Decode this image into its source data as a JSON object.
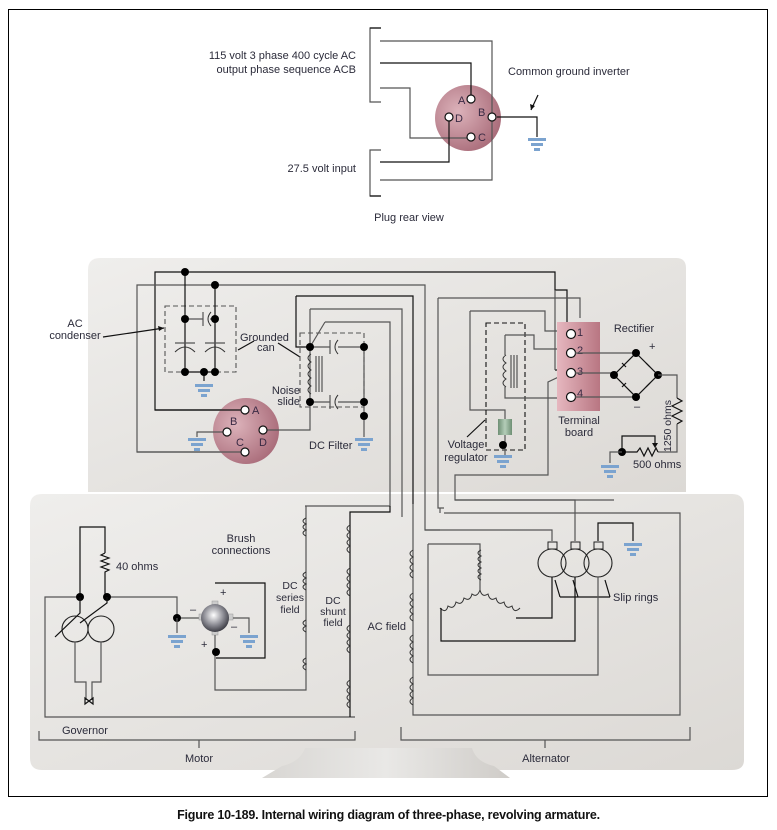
{
  "figure": {
    "caption": "Figure 10-189. Internal wiring diagram of three-phase, revolving armature."
  },
  "plug": {
    "ac_output_label_line1": "115 volt 3 phase 400 cycle AC",
    "ac_output_label_line2": "output phase sequence ACB",
    "dc_input_label": "27.5 volt input",
    "view_label": "Plug rear view",
    "ground_label": "Common ground inverter",
    "pins": [
      "A",
      "B",
      "C",
      "D"
    ]
  },
  "upper_section": {
    "ac_condenser_line1": "AC",
    "ac_condenser_line2": "condenser",
    "grounded_can_line1": "Grounded",
    "grounded_can_line2": "can",
    "noise_slide_line1": "Noise",
    "noise_slide_line2": "slide",
    "dc_filter": "DC Filter",
    "connector_pins": [
      "A",
      "B",
      "C",
      "D"
    ],
    "voltage_regulator_line1": "Voltage",
    "voltage_regulator_line2": "regulator",
    "terminal_board_line1": "Terminal",
    "terminal_board_line2": "board",
    "terminals": [
      "1",
      "2",
      "3",
      "4"
    ],
    "rectifier": "Rectifier",
    "plus": "+",
    "minus": "–",
    "resistor_1250": "1250 ohms",
    "resistor_500": "500 ohms"
  },
  "lower_section": {
    "resistor_40": "40 ohms",
    "brush_connections_line1": "Brush",
    "brush_connections_line2": "connections",
    "dc_series_field_line1": "DC",
    "dc_series_field_line2": "series",
    "dc_series_field_line3": "field",
    "dc_shunt_field_line1": "DC",
    "dc_shunt_field_line2": "shunt",
    "dc_shunt_field_line3": "field",
    "ac_field": "AC field",
    "slip_rings": "Slip rings",
    "governor": "Governor",
    "motor": "Motor",
    "alternator": "Alternator",
    "plus": "+",
    "minus": "–"
  },
  "colors": {
    "connector_pink": "#b77c88",
    "terminal_board_pink": "#c98e98",
    "panel_gray": "#e4e2df",
    "ground_blue": "#7ba3cf",
    "regulator_green": "#8fae94"
  }
}
